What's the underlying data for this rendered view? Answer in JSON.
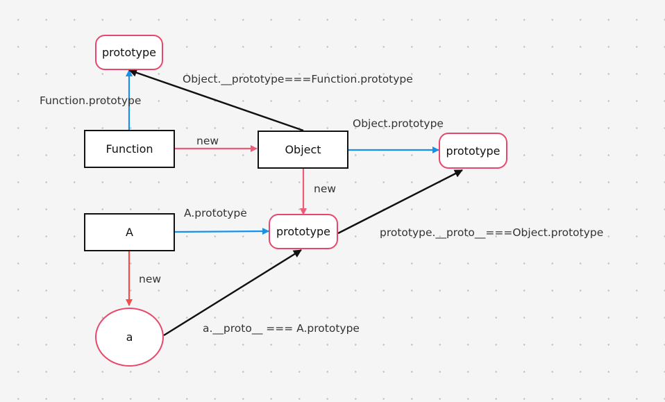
{
  "nodes": {
    "proto_top": "prototype",
    "function": "Function",
    "object": "Object",
    "proto_right": "prototype",
    "a_class": "A",
    "proto_mid": "prototype",
    "a_instance": "a"
  },
  "labels": {
    "object_to_function_proto": "Object.__prototype===Function.prototype",
    "function_prototype": "Function.prototype",
    "new_function_object": "new",
    "object_prototype": "Object.prototype",
    "new_object_proto": "new",
    "a_prototype": "A.prototype",
    "proto_chain": "prototype.__proto__===Object.prototype",
    "new_a": "new",
    "a_proto": "a.__proto__ === A.prototype"
  },
  "colors": {
    "blue_arrow": "#1a8fe6",
    "pink_arrow": "#ee5a78",
    "red_arrow": "#f04d4d",
    "black_arrow": "#111111",
    "prototype_border": "#e8476b"
  }
}
